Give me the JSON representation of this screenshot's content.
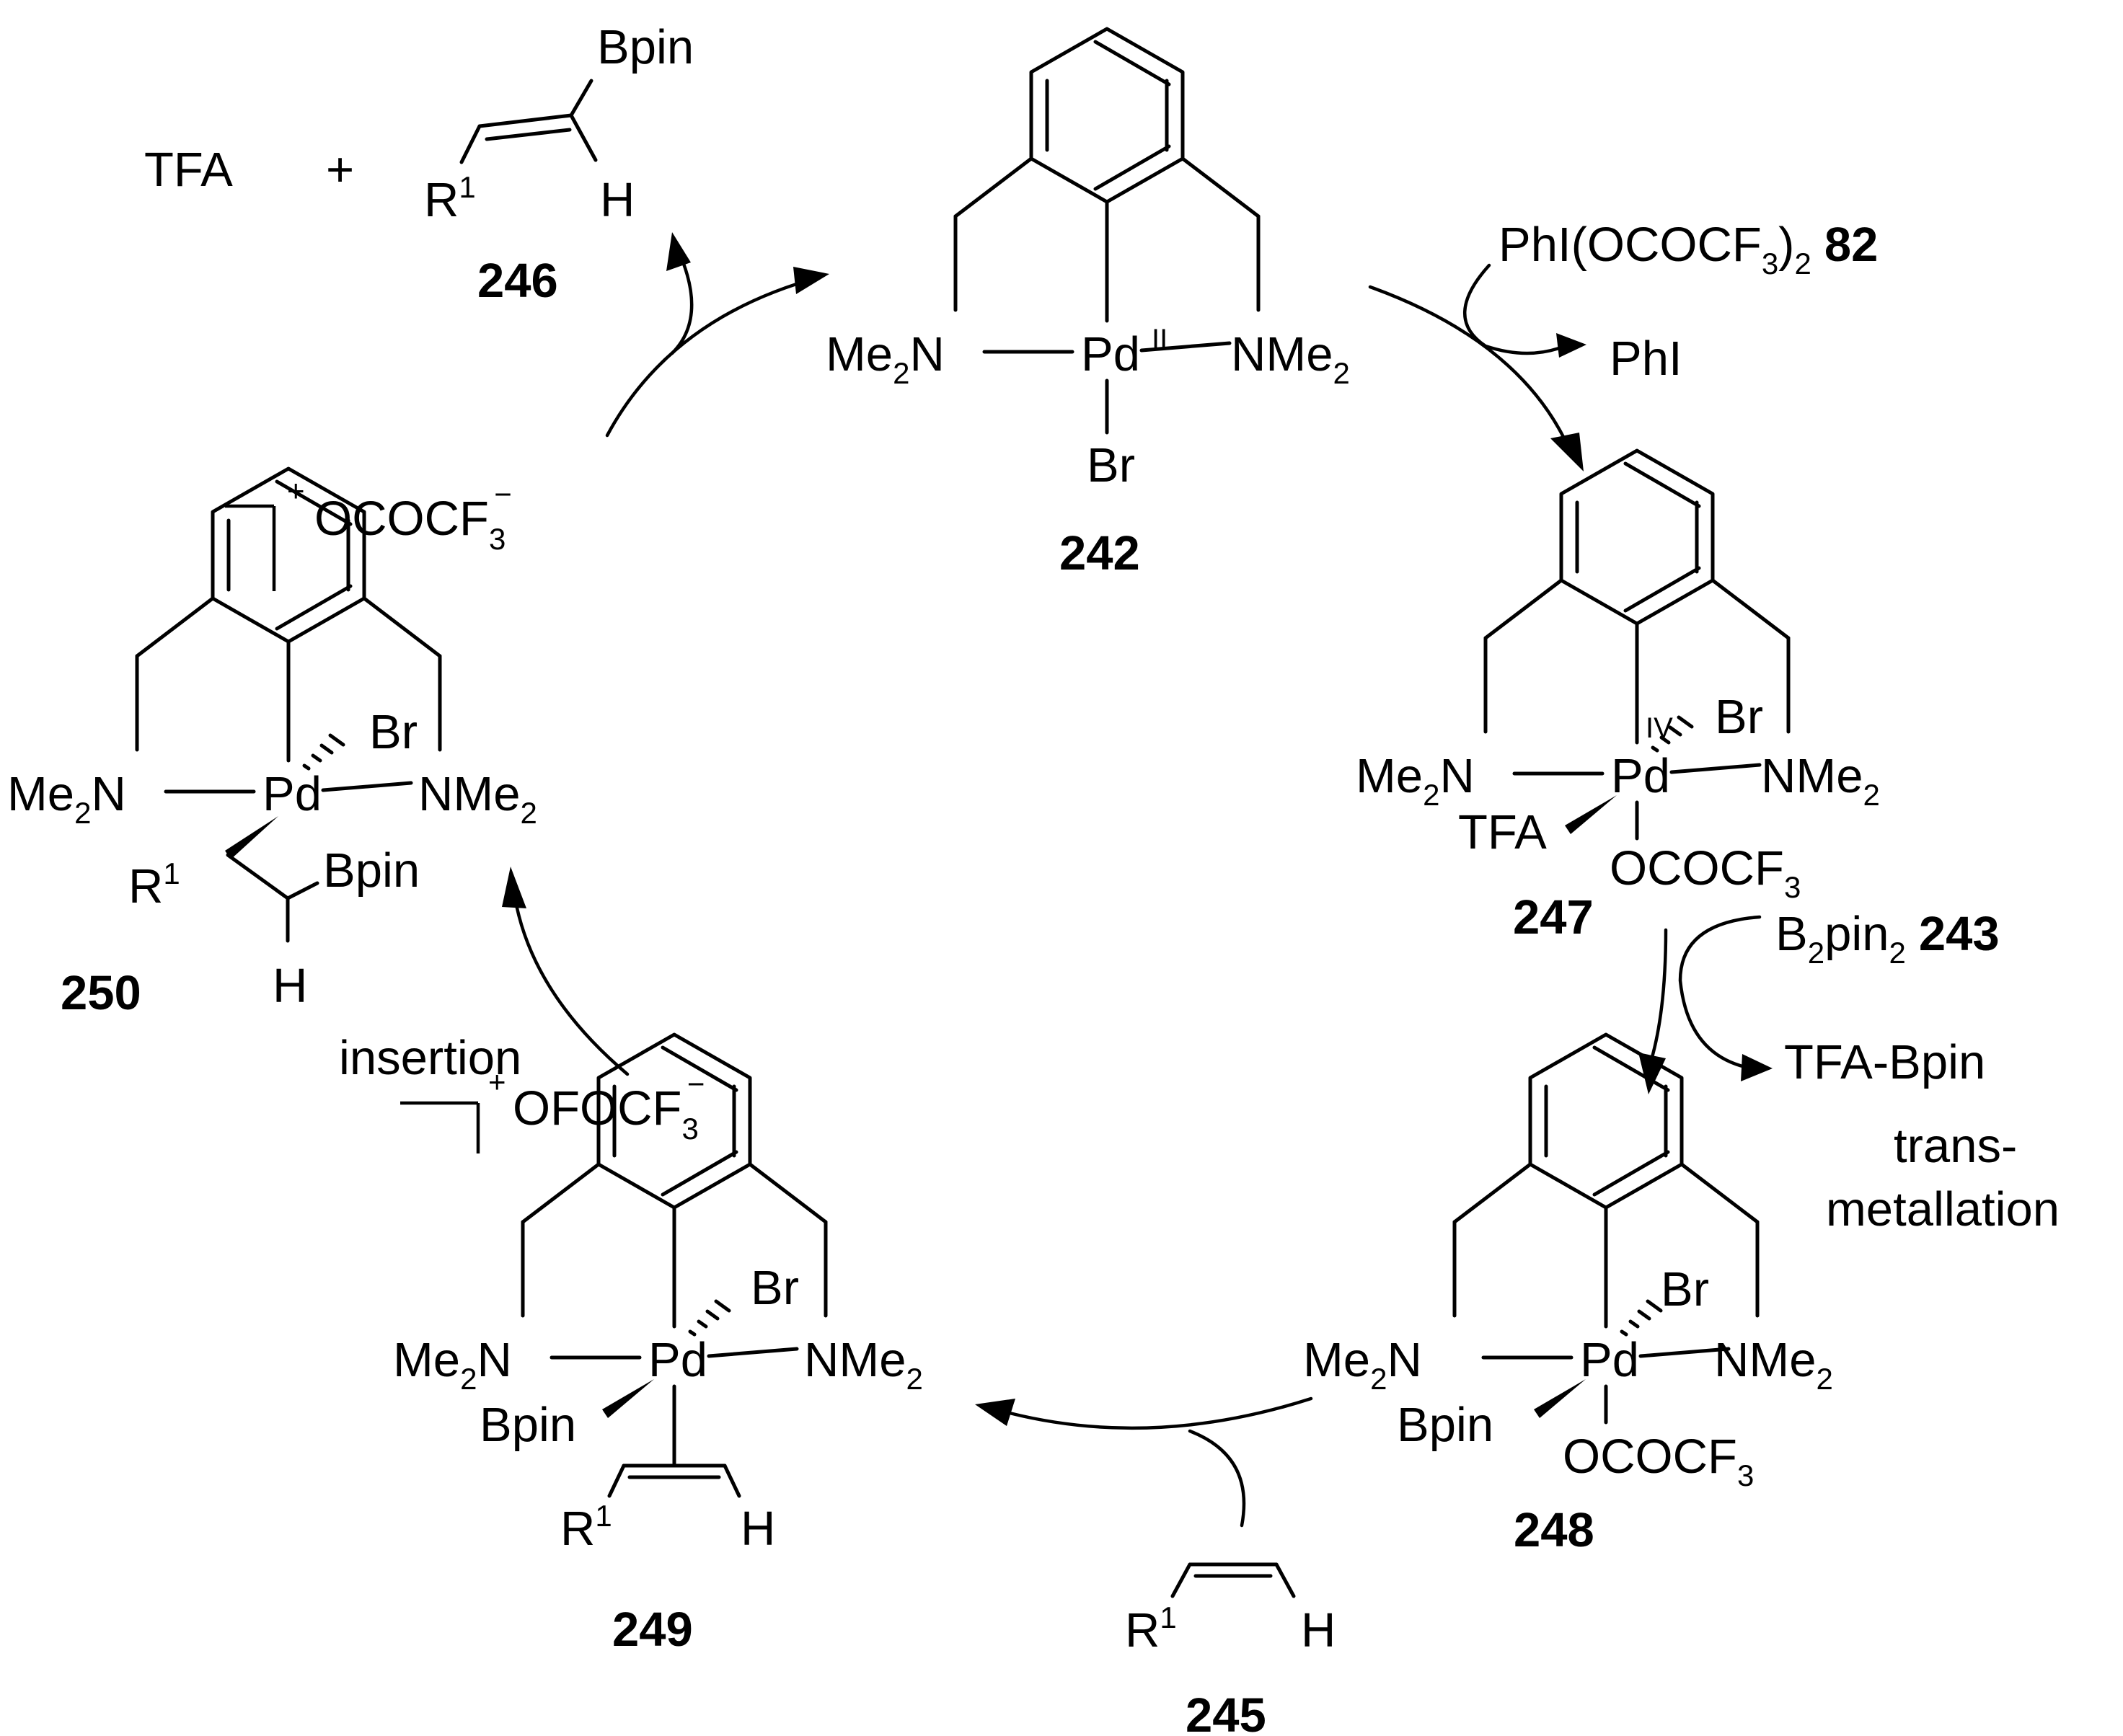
{
  "scheme": {
    "compounds": {
      "c242": {
        "number": "242",
        "left_n": [
          "Me",
          "2",
          "N"
        ],
        "metal": "Pd",
        "ox_state": "II",
        "right_n": [
          "NMe",
          "2"
        ],
        "halide": "Br"
      },
      "c247": {
        "number": "247",
        "left_n": [
          "Me",
          "2",
          "N"
        ],
        "metal": "Pd",
        "ox_state": "IV",
        "right_n": [
          "NMe",
          "2"
        ],
        "halide": "Br",
        "wedge_ligand": "TFA",
        "axial_ligand": [
          "OCOCF",
          "3"
        ]
      },
      "c248": {
        "number": "248",
        "left_n": [
          "Me",
          "2",
          "N"
        ],
        "metal": "Pd",
        "right_n": [
          "NMe",
          "2"
        ],
        "halide": "Br",
        "wedge_ligand": "Bpin",
        "axial_ligand": [
          "OCOCF",
          "3"
        ]
      },
      "c249": {
        "number": "249",
        "left_n": [
          "Me",
          "2",
          "N"
        ],
        "metal": "Pd",
        "right_n": [
          "NMe",
          "2"
        ],
        "halide": "Br",
        "wedge_ligand": "Bpin",
        "r_group": [
          "R",
          "1"
        ],
        "h_atom": "H",
        "charge": "+",
        "counter_ion": [
          "OFOCF",
          "3",
          "−"
        ]
      },
      "c250": {
        "number": "250",
        "left_n": [
          "Me",
          "2",
          "N"
        ],
        "metal": "Pd",
        "right_n": [
          "NMe",
          "2"
        ],
        "halide": "Br",
        "r_group": [
          "R",
          "1"
        ],
        "boryl": "Bpin",
        "h_atom": "H",
        "charge": "+",
        "counter_ion": [
          "OCOCF",
          "3",
          "−"
        ]
      },
      "c245": {
        "number": "245",
        "r_group": [
          "R",
          "1"
        ],
        "h_atom": "H"
      },
      "c246": {
        "number": "246",
        "coproduct": "TFA",
        "plus": "+",
        "boryl": "Bpin",
        "r_group": [
          "R",
          "1"
        ],
        "h_atom": "H"
      }
    },
    "reagents": {
      "oxidant": {
        "formula": [
          "PhI(OCOCF",
          "3",
          ")",
          "2"
        ],
        "number": "82"
      },
      "oxidant_byproduct": "PhI",
      "diboron": {
        "formula": [
          "B",
          "2",
          "pin",
          "2"
        ],
        "number": "243"
      },
      "transmetallation_byproduct": "TFA-Bpin"
    },
    "step_labels": {
      "transmetallation_line1": "trans-",
      "transmetallation_line2": "metallation",
      "insertion": "insertion"
    }
  }
}
